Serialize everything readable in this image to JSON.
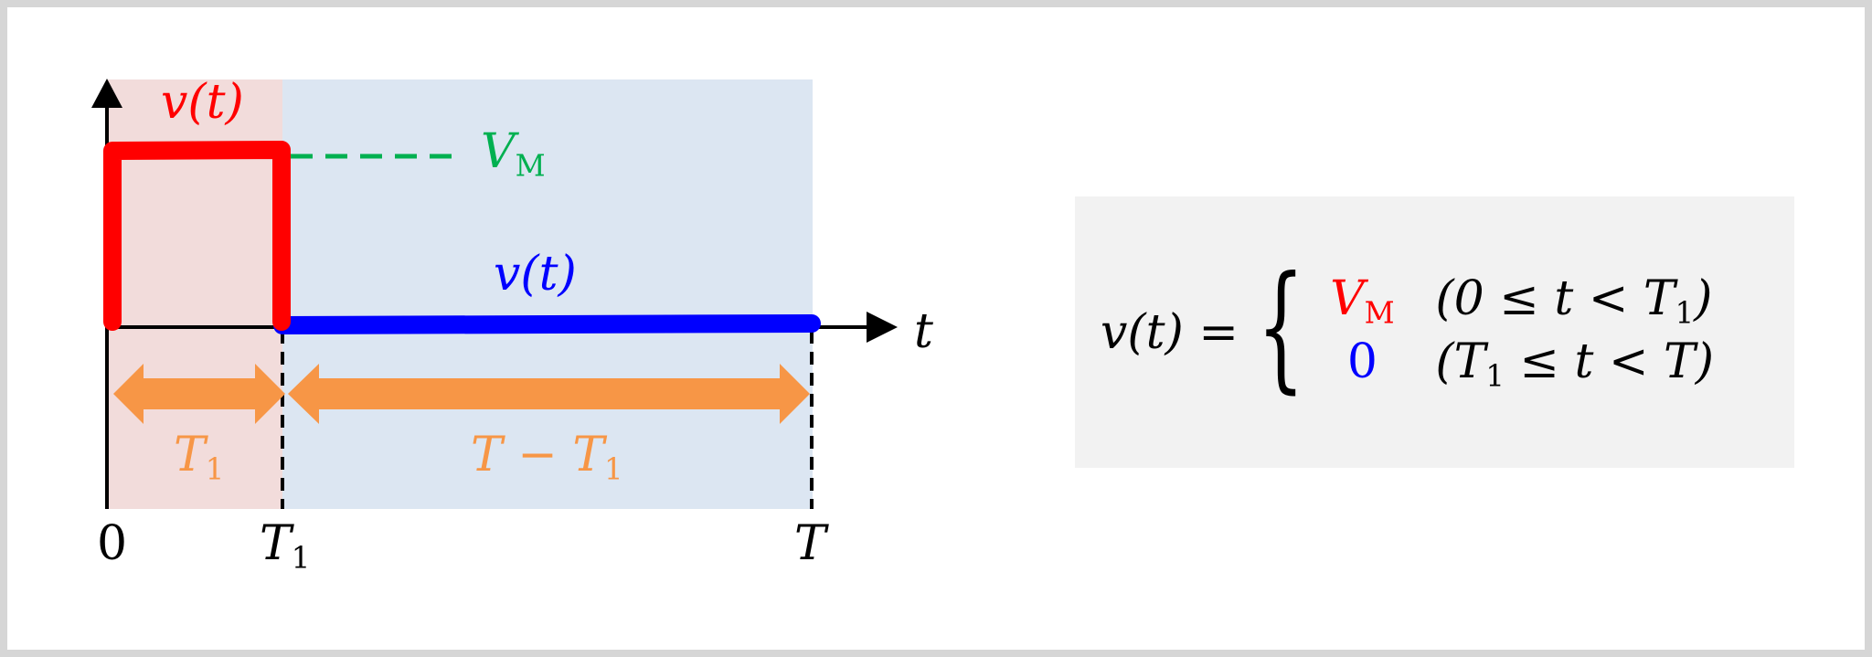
{
  "figure": {
    "type": "piecewise-pulse-waveform",
    "colors": {
      "border": "#d6d6d6",
      "pink_region": "#f2dcdb",
      "blue_region": "#dce6f2",
      "pulse_high": "#ff0000",
      "pulse_low": "#0000ff",
      "vm_dashed": "#00b050",
      "interval_arrows": "#f79646",
      "axes": "#000000",
      "formula_bg": "#f2f2f2"
    },
    "axes": {
      "x_label": "t",
      "x_ticks": [
        {
          "label": "0",
          "sub": ""
        },
        {
          "label": "T",
          "sub": "1"
        },
        {
          "label": "T",
          "sub": ""
        }
      ]
    },
    "signal_labels": {
      "high_segment": "v(t)",
      "low_segment": "v(t)",
      "vm": {
        "main": "V",
        "sub": "M"
      }
    },
    "intervals": [
      {
        "main": "T",
        "sub": "1"
      },
      {
        "main": "T − T",
        "sub": "1"
      }
    ]
  },
  "formula": {
    "lhs": "v(t) =",
    "brace": "{",
    "cases": [
      {
        "value_main": "V",
        "value_sub": "M",
        "value_color": "#ff0000",
        "cond_pre": "(0 ≤ t < T",
        "cond_sub": "1",
        "cond_post": ")"
      },
      {
        "value_main": "0",
        "value_sub": "",
        "value_color": "#0000ff",
        "cond_pre": "(T",
        "cond_sub": "1",
        "cond_post": " ≤ t < T)"
      }
    ]
  },
  "chart_data": {
    "type": "line",
    "title": "",
    "xlabel": "t",
    "ylabel": "v(t)",
    "x_ticks": [
      "0",
      "T1",
      "T"
    ],
    "series": [
      {
        "name": "v(t) (0 ≤ t < T1)",
        "color": "#ff0000",
        "points": [
          [
            "0",
            0
          ],
          [
            "0",
            "V_M"
          ],
          [
            "T1",
            "V_M"
          ],
          [
            "T1",
            0
          ]
        ]
      },
      {
        "name": "v(t) (T1 ≤ t < T)",
        "color": "#0000ff",
        "points": [
          [
            "T1",
            0
          ],
          [
            "T",
            0
          ]
        ]
      }
    ],
    "annotations": [
      "V_M (green dashed level)",
      "T1 (interval 0→T1)",
      "T − T1 (interval T1→T)"
    ],
    "piecewise": "v(t) = V_M for 0 ≤ t < T1; 0 for T1 ≤ t < T"
  }
}
